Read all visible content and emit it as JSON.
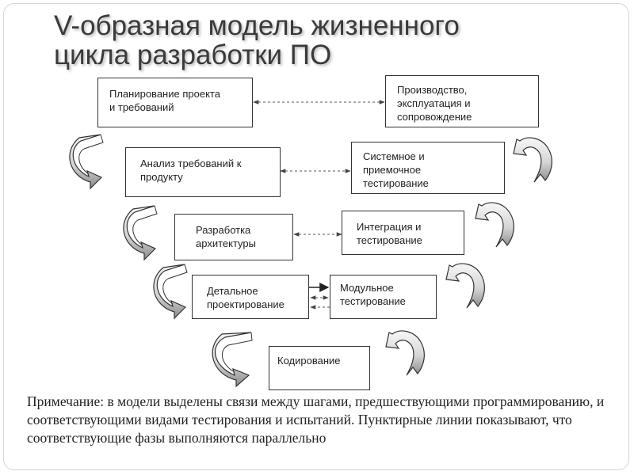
{
  "title": {
    "line1": "V-образная модель жизненного",
    "line2": "цикла разработки ПО"
  },
  "left_steps": [
    "Планирование проекта\nи требований",
    "Анализ требований к\nпродукту",
    "Разработка\nархитектуры",
    "Детальное\nпроектирование"
  ],
  "bottom_step": "Кодирование",
  "right_steps": [
    "Производство,\nэксплуатация и\nсопровождение",
    "Системное и\nприемочное\nтестирование",
    "Интеграция и\nтестирование",
    "Модульное\nтестирование"
  ],
  "note": "Примечание: в модели выделены связи между шагами, предшествующими программированию, и соответствующими видами тестирования и испытаний. Пунктирные линии показывают, что соответствующие фазы выполняются параллельно",
  "colors": {
    "arrow_fill_light": "#f4f4f4",
    "arrow_fill_dark": "#8a8a8a",
    "arrow_stroke": "#333333",
    "title_text": "#3a3a3a"
  }
}
